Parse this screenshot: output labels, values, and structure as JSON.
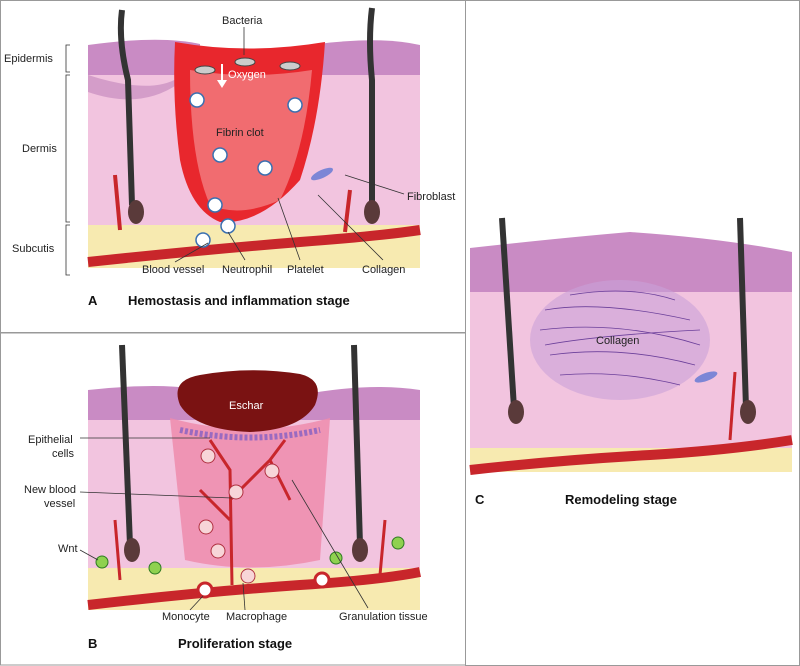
{
  "panel_a": {
    "letter": "A",
    "caption": "Hemostasis and inflammation stage",
    "layers": {
      "epidermis": "Epidermis",
      "dermis": "Dermis",
      "subcutis": "Subcutis"
    },
    "labels": {
      "bacteria": "Bacteria",
      "oxygen": "Oxygen",
      "fibrin_clot": "Fibrin clot",
      "fibroblast": "Fibroblast",
      "blood_vessel": "Blood vessel",
      "neutrophil": "Neutrophil",
      "platelet": "Platelet",
      "collagen": "Collagen"
    }
  },
  "panel_b": {
    "letter": "B",
    "caption": "Proliferation stage",
    "labels": {
      "eschar": "Eschar",
      "epithelial_1": "Epithelial",
      "epithelial_2": "cells",
      "new_blood_1": "New blood",
      "new_blood_2": "vessel",
      "wnt": "Wnt",
      "monocyte": "Monocyte",
      "macrophage": "Macrophage",
      "granulation": "Granulation tissue"
    }
  },
  "panel_c": {
    "letter": "C",
    "caption": "Remodeling stage",
    "labels": {
      "collagen": "Collagen"
    }
  },
  "colors": {
    "epidermis": "#c98bc4",
    "dermis": "#f2c4df",
    "subcutis": "#f7eab0",
    "vessel": "#c8262b",
    "clot": "#e8272d",
    "eschar": "#7a1212",
    "panel_border": "#999999"
  }
}
